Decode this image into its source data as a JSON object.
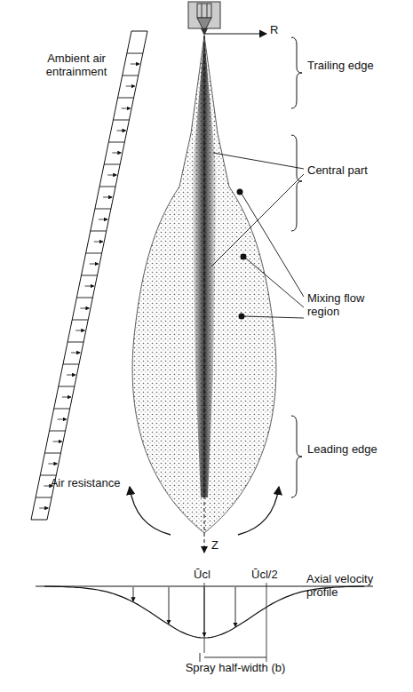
{
  "diagram": {
    "labels": [
      "R",
      "Ambient air entrainment",
      "Trailing edge",
      "Central part",
      "Mixing flow region",
      "Leading edge",
      "Air resistance",
      "Z",
      "Ūcl",
      "Ūcl/2",
      "Axial velocity profile",
      "Spray half-width (b)"
    ]
  }
}
